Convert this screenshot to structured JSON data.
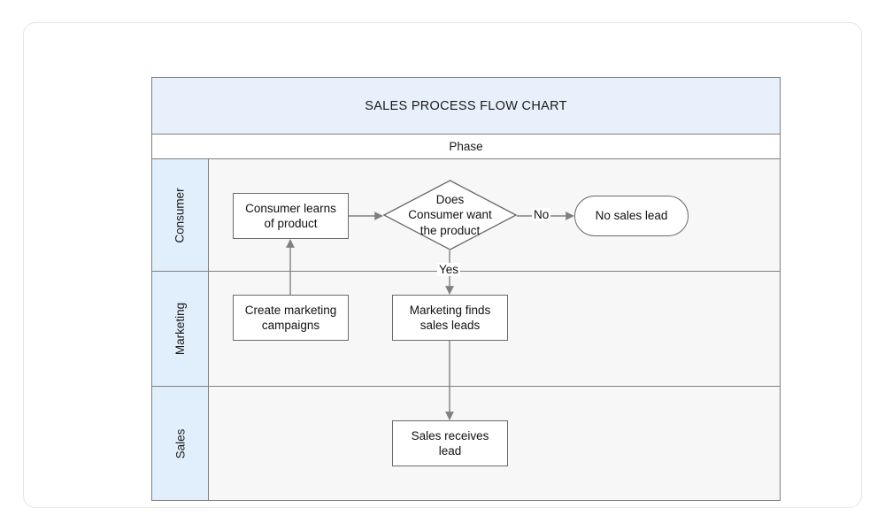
{
  "diagram": {
    "title": "SALES PROCESS FLOW CHART",
    "phase_header": "Phase",
    "lanes": [
      {
        "id": "consumer",
        "label": "Consumer"
      },
      {
        "id": "marketing",
        "label": "Marketing"
      },
      {
        "id": "sales",
        "label": "Sales"
      }
    ],
    "nodes": [
      {
        "id": "consumer-learns",
        "lane": "consumer",
        "shape": "process",
        "label": "Consumer learns of product"
      },
      {
        "id": "decision",
        "lane": "consumer",
        "shape": "decision",
        "label": "Does Consumer want the product"
      },
      {
        "id": "no-sales-lead",
        "lane": "consumer",
        "shape": "terminator",
        "label": "No sales lead"
      },
      {
        "id": "create-campaign",
        "lane": "marketing",
        "shape": "process",
        "label": "Create marketing campaigns"
      },
      {
        "id": "marketing-finds",
        "lane": "marketing",
        "shape": "process",
        "label": "Marketing finds sales leads"
      },
      {
        "id": "sales-receives",
        "lane": "sales",
        "shape": "process",
        "label": "Sales receives lead"
      }
    ],
    "edges": [
      {
        "from": "consumer-learns",
        "to": "decision",
        "label": ""
      },
      {
        "from": "decision",
        "to": "no-sales-lead",
        "label": "No"
      },
      {
        "from": "decision",
        "to": "marketing-finds",
        "label": "Yes"
      },
      {
        "from": "create-campaign",
        "to": "consumer-learns",
        "label": ""
      },
      {
        "from": "marketing-finds",
        "to": "sales-receives",
        "label": ""
      }
    ],
    "edge_labels": {
      "no": "No",
      "yes": "Yes"
    },
    "node_labels": {
      "consumer_learns_line1": "Consumer learns",
      "consumer_learns_line2": "of product",
      "decision_line1": "Does",
      "decision_line2": "Consumer want",
      "decision_line3": "the product",
      "no_sales_lead": "No sales lead",
      "create_campaign_line1": "Create marketing",
      "create_campaign_line2": "campaigns",
      "marketing_finds_line1": "Marketing finds",
      "marketing_finds_line2": "sales leads",
      "sales_receives_line1": "Sales receives",
      "sales_receives_line2": "lead"
    },
    "colors": {
      "title_background": "#e8f1fb",
      "lane_header_background": "#e1effc",
      "lane_body_background": "#f7f7f7",
      "frame_border": "#808080",
      "node_border": "#6b6b6b",
      "connector": "#808080",
      "card_border": "#e4e6e8"
    }
  }
}
